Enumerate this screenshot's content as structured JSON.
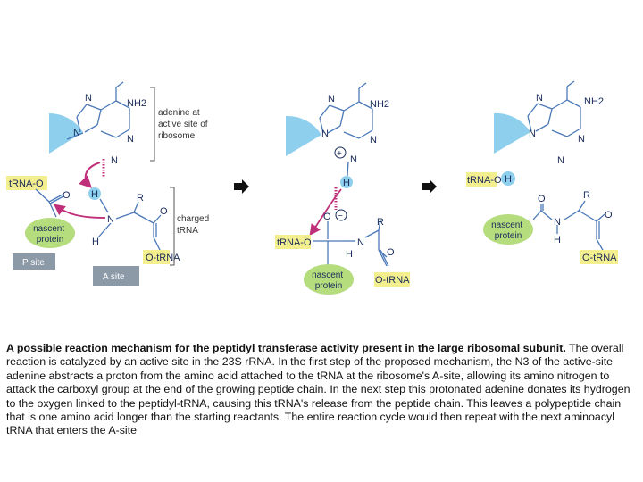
{
  "diagram": {
    "stage1": {
      "nh2": "NH2",
      "n_labels": [
        "N",
        "N",
        "N",
        "N"
      ],
      "trna_o": "tRNA-O",
      "o_carbonyl": "O",
      "h_proton": "H",
      "n_amine": "N",
      "r": "R",
      "h_amine": "H",
      "o_ester": "O",
      "o_trna": "O-tRNA",
      "nascent_protein": [
        "nascent",
        "protein"
      ],
      "p_site": "P site",
      "a_site": "A site",
      "adenine_label": [
        "adenine at",
        "active site of",
        "ribosome"
      ],
      "charged_trna_label": [
        "charged",
        "tRNA"
      ]
    },
    "stage2": {
      "nh2": "NH2",
      "n_labels": [
        "N",
        "N",
        "N",
        "N"
      ],
      "plus": "+",
      "h_proton": "H",
      "o_minus": "O",
      "minus": "−",
      "trna_o": "tRNA-O",
      "n_amine": "N",
      "h_amine": "H",
      "r": "R",
      "o_ester": "O",
      "o_trna": "O-tRNA",
      "nascent_protein": [
        "nascent",
        "protein"
      ]
    },
    "stage3": {
      "nh2": "NH2",
      "n_labels": [
        "N",
        "N",
        "N",
        "N"
      ],
      "trna_o": "tRNA-O",
      "h_free": "H",
      "o_carbonyl": "O",
      "r": "R",
      "n_amide": "N",
      "h_amide": "H",
      "o_ester": "O",
      "o_trna": "O-tRNA",
      "nascent_protein": [
        "nascent",
        "protein"
      ]
    },
    "colors": {
      "site_blue": "#8ecfee",
      "nascent_green": "#b5dc7d",
      "trna_yellow": "#f3ef8f",
      "arrow_magenta": "#c0307a",
      "site_box_gray": "#8c9aa8",
      "bond_blue": "#4a78b8"
    }
  },
  "caption": {
    "bold": "A possible reaction mechanism for the peptidyl transferase activity present in the large ribosomal subunit.",
    "body": " The overall reaction is catalyzed by an active site in the 23S rRNA. In the first step of the proposed mechanism, the N3 of the active-site adenine abstracts a proton from the amino acid attached to the tRNA at the ribosome's A-site, allowing its amino nitrogen to attack the carboxyl group at the end of the growing peptide chain. In the next step this protonated adenine donates its hydrogen to the oxygen linked to the peptidyl-tRNA, causing this tRNA's release from the peptide chain. This leaves a polypeptide chain that is one amino acid longer than the starting reactants. The entire reaction cycle would then repeat with the next aminoacyl tRNA that enters the A-site"
  }
}
